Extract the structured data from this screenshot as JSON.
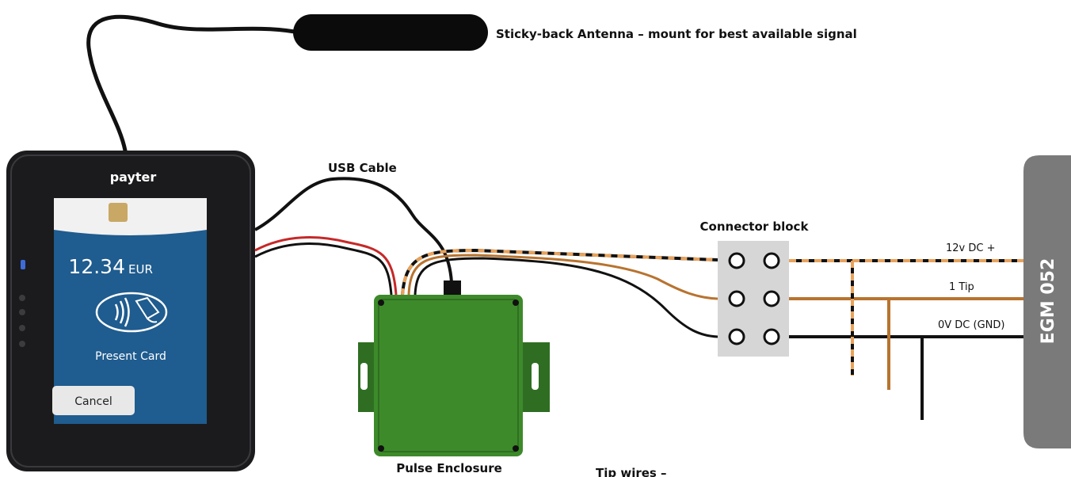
{
  "labels": {
    "antenna": "Sticky-back Antenna – mount for best available signal",
    "usb_cable": "USB Cable",
    "connector_block": "Connector block",
    "pulse_enclosure": "Pulse Enclosure",
    "tip_wires": "Tip wires –"
  },
  "egm": {
    "label": "EGM 052"
  },
  "wires": {
    "power": "12v DC +",
    "tip": "1 Tip",
    "ground": "0V DC (GND)"
  },
  "terminal": {
    "brand": "payter",
    "amount": "12.34",
    "currency": "EUR",
    "prompt": "Present Card",
    "cancel": "Cancel"
  },
  "colors": {
    "wire_brown": "#b8732f",
    "wire_black": "#111111",
    "wire_red": "#c62828",
    "wire_orange_stripe": "#e8a25c",
    "enclosure_green": "#3d8a2a",
    "screen_blue": "#1f5c8f",
    "egm_gray": "#7a7a7a",
    "connector_gray": "#d6d6d6"
  }
}
